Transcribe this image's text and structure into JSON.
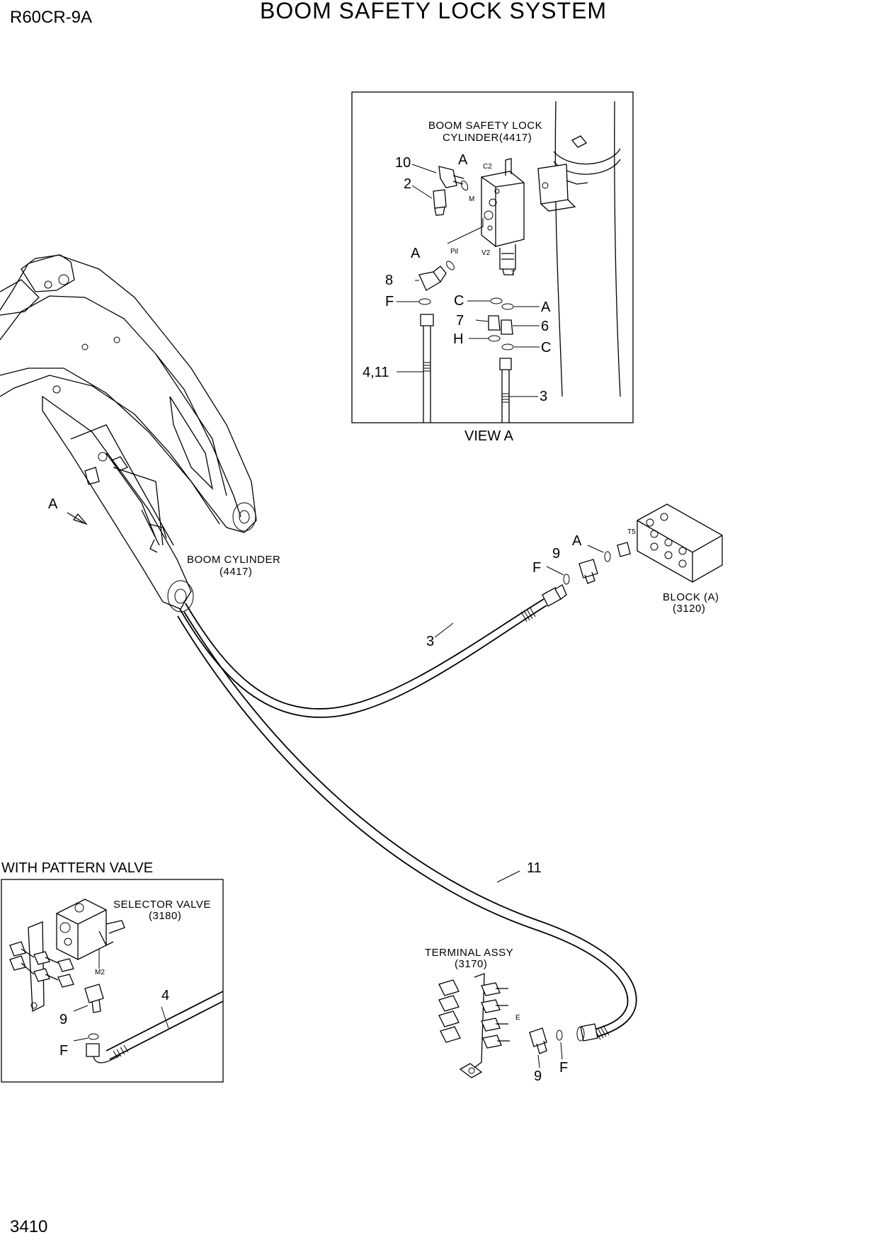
{
  "header": {
    "model": "R60CR-9A",
    "title": "BOOM SAFETY LOCK SYSTEM",
    "page_number": "3410"
  },
  "view_a": {
    "caption": "VIEW A",
    "component": [
      "BOOM SAFETY LOCK",
      "CYLINDER(4417)"
    ],
    "port_labels": [
      "C2",
      "M",
      "Pil",
      "V2",
      "T"
    ],
    "callouts": [
      "10",
      "A",
      "2",
      "A",
      "8",
      "F",
      "C",
      "A",
      "7",
      "6",
      "H",
      "C",
      "4,11",
      "3"
    ]
  },
  "main": {
    "view_arrow_label": "A",
    "boom_cylinder": [
      "BOOM CYLINDER",
      "(4417)"
    ],
    "block_a": [
      "BLOCK (A)",
      "(3120)"
    ],
    "block_port": "T5",
    "block_callouts": [
      "A",
      "9",
      "F"
    ],
    "hose_callouts": [
      "3",
      "11"
    ],
    "terminal_assy": [
      "TERMINAL ASSY",
      "(3170)"
    ],
    "terminal_port": "E",
    "terminal_callouts": [
      "9",
      "F"
    ]
  },
  "pattern_valve": {
    "heading": "WITH PATTERN VALVE",
    "selector_valve": [
      "SELECTOR VALVE",
      "(3180)"
    ],
    "port": "M2",
    "callouts": [
      "4",
      "9",
      "F"
    ]
  }
}
